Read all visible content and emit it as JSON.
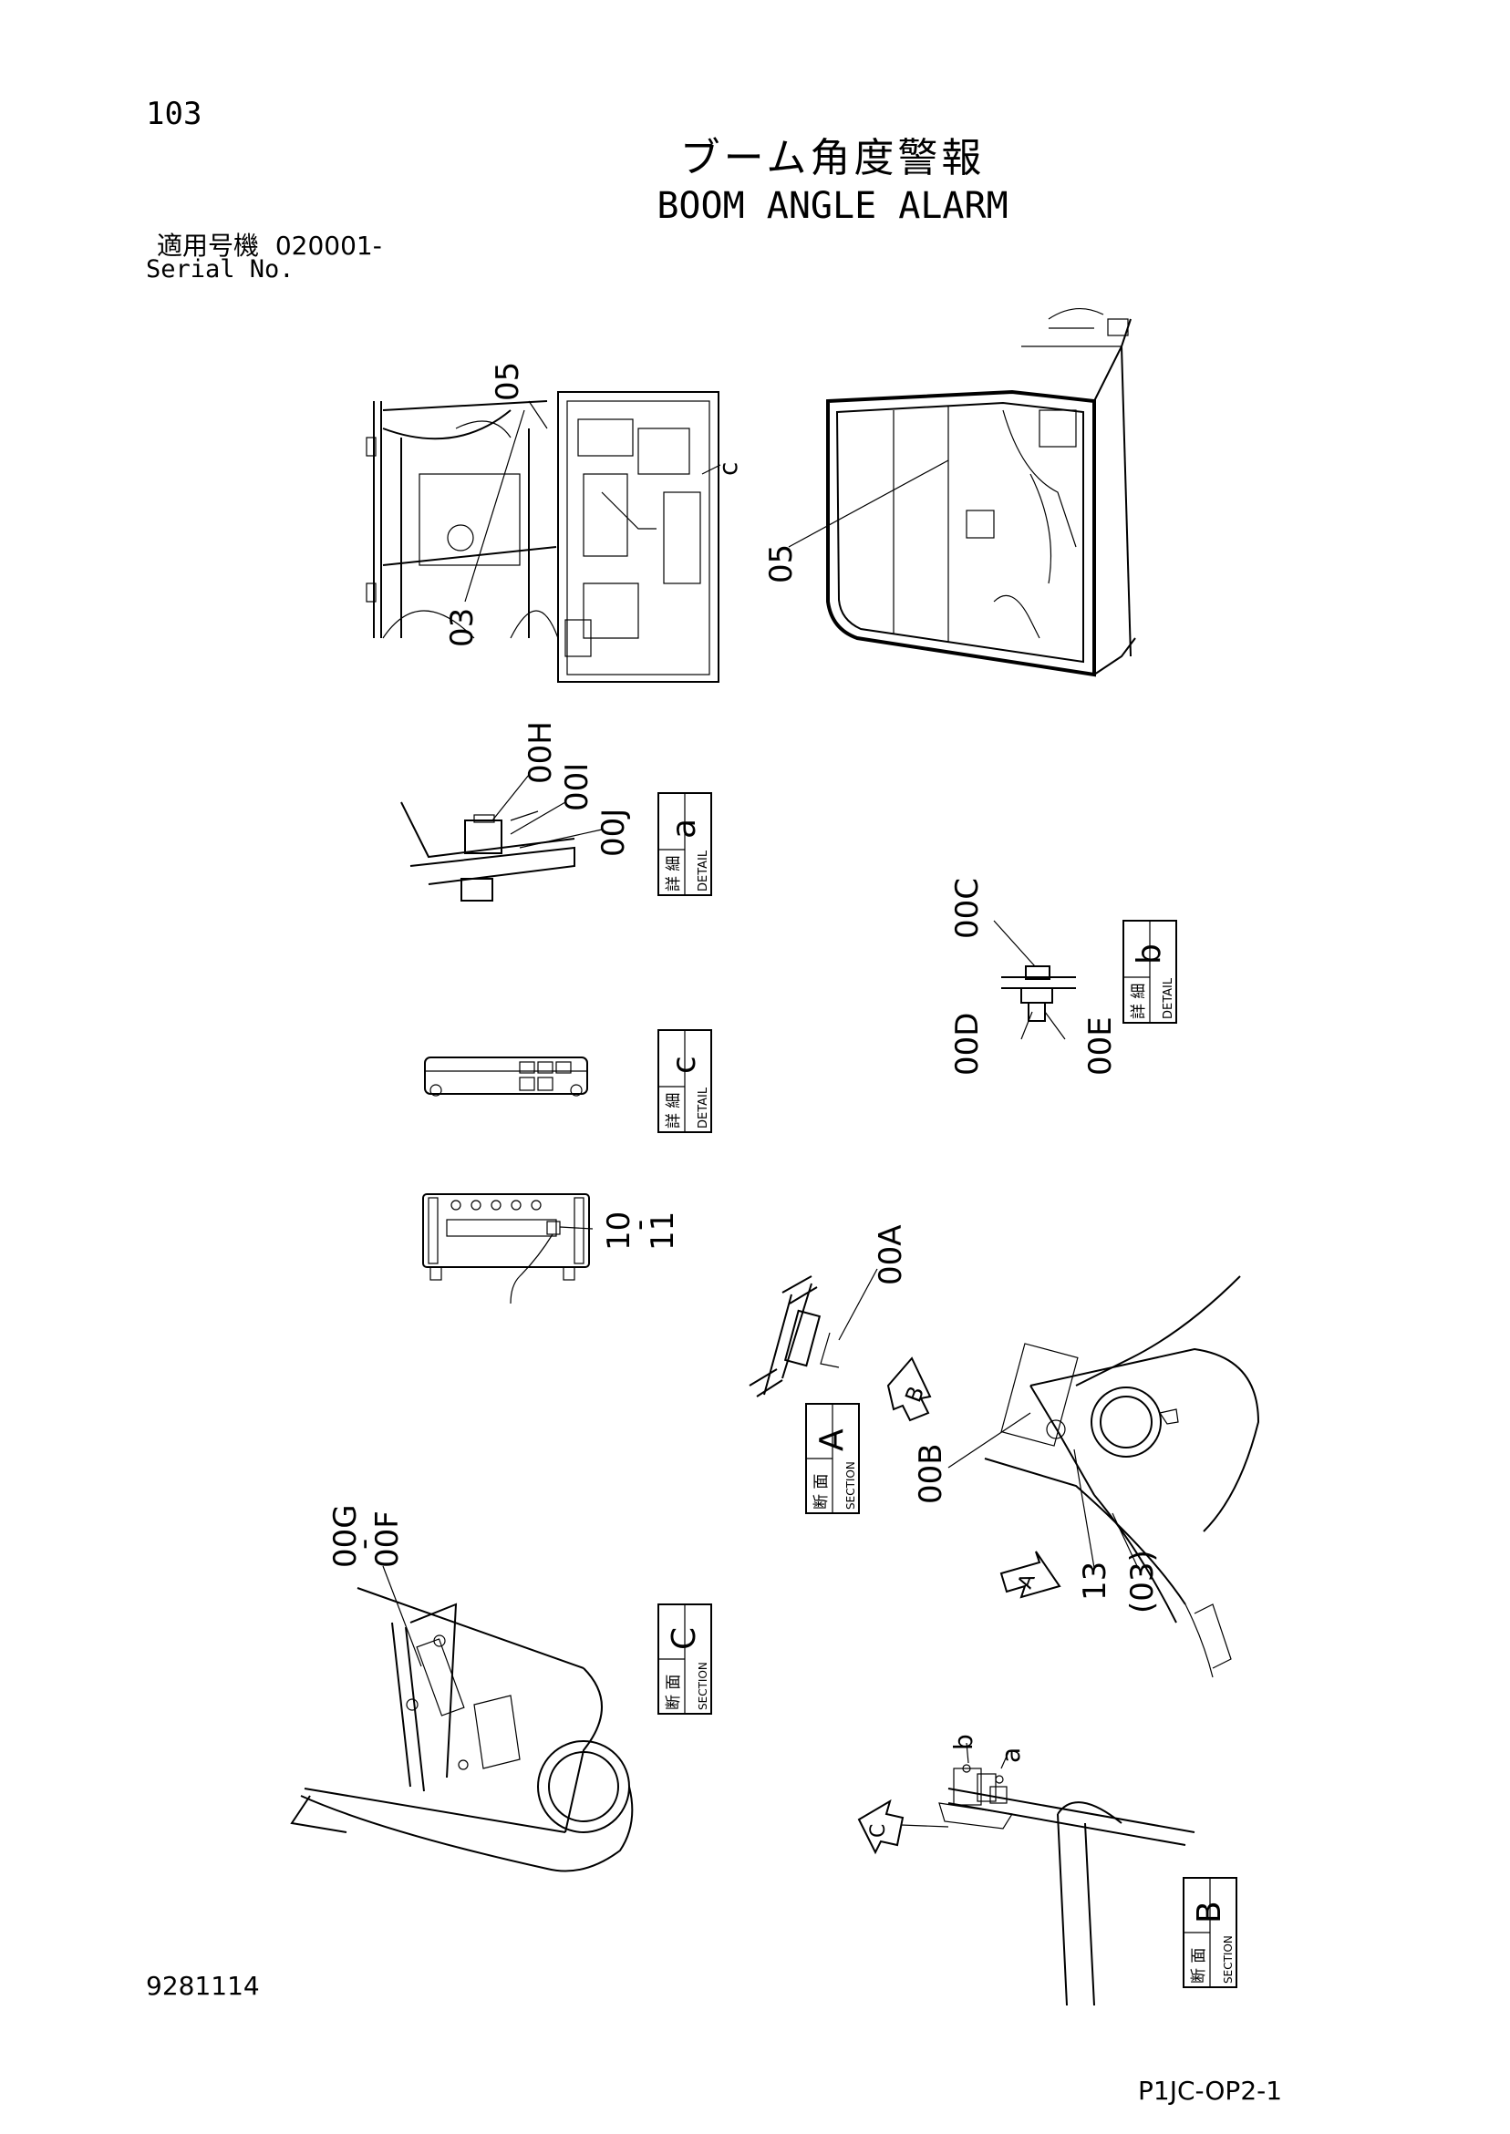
{
  "header": {
    "page_number": "103",
    "title_jp": "ブーム角度警報",
    "title_en": "BOOM ANGLE ALARM",
    "serial_label_jp": "適用号機",
    "serial_value": "020001-",
    "serial_label_en": "Serial No."
  },
  "footer": {
    "drawing_number": "9281114",
    "page_code": "P1JC-OP2-1"
  },
  "callouts": {
    "c05a": "05",
    "c03": "03",
    "c_small": "c",
    "c05b": "05",
    "c00H": "00H",
    "c00I": "00I",
    "c00J": "00J",
    "c00C": "00C",
    "c00D": "00D",
    "c00E": "00E",
    "c10": "10",
    "c_dash1": "-",
    "c11": "11",
    "c00A": "00A",
    "c00B": "00B",
    "c13": "13",
    "c03p": "(03)",
    "c00G": "00G",
    "c_dash2": "-",
    "c00F": "00F",
    "cb_small": "b",
    "ca_small": "a"
  },
  "view_arrows": {
    "arrow_b": "B",
    "arrow_a": "A",
    "arrow_c": "C"
  },
  "view_tags": {
    "detail_a": {
      "kanji": "詳 細",
      "word": "DETAIL",
      "letter": "a"
    },
    "detail_b": {
      "kanji": "詳 細",
      "word": "DETAIL",
      "letter": "b"
    },
    "detail_c": {
      "kanji": "詳 細",
      "word": "DETAIL",
      "letter": "c"
    },
    "section_a": {
      "kanji": "断 面",
      "word": "SECTION",
      "letter": "A"
    },
    "section_c": {
      "kanji": "断 面",
      "word": "SECTION",
      "letter": "C"
    },
    "section_b": {
      "kanji": "断 面",
      "word": "SECTION",
      "letter": "B"
    }
  }
}
